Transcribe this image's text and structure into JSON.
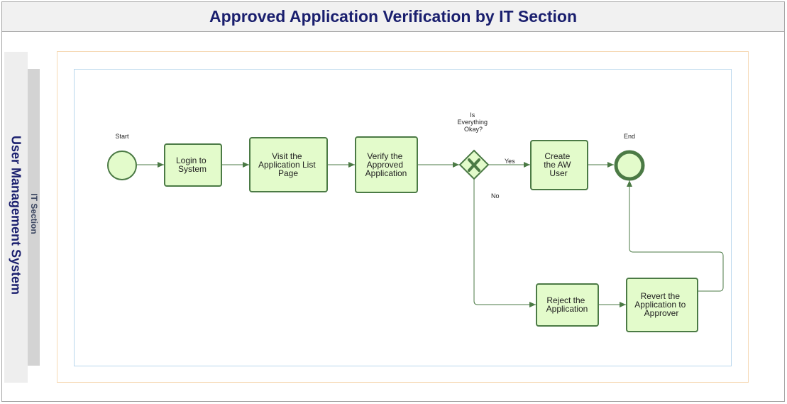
{
  "title": "Approved Application Verification by IT Section",
  "pool": {
    "label": "User Management System"
  },
  "lane": {
    "label": "IT Section"
  },
  "events": {
    "start": {
      "label": "Start"
    },
    "end": {
      "label": "End"
    }
  },
  "tasks": {
    "login": [
      "Login to",
      "System"
    ],
    "visit": [
      "Visit the",
      "Application List",
      "Page"
    ],
    "verify": [
      "Verify the",
      "Approved",
      "Application"
    ],
    "create": [
      "Create",
      "the AW",
      "User"
    ],
    "reject": [
      "Reject the",
      "Application"
    ],
    "revert": [
      "Revert the",
      "Application to",
      "Approver"
    ]
  },
  "gateway": {
    "question": [
      "Is",
      "Everything",
      "Okay?"
    ],
    "yes_label": "Yes",
    "no_label": "No",
    "icon": "x-icon"
  },
  "colors": {
    "title_text": "#1a1f6e",
    "task_fill": "#e3fbcb",
    "task_stroke": "#4b7a45",
    "lane_bar": "#d3d3d3",
    "pool_bar": "#eeeeee",
    "outer_border": "#f6d9b4",
    "inner_border": "#b8d6ec"
  }
}
